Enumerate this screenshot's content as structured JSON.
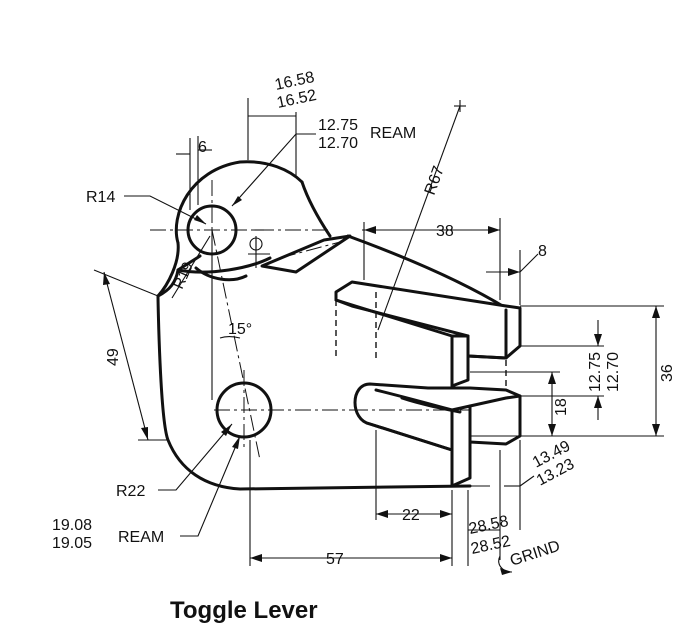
{
  "title": "Toggle Lever",
  "dimensions": {
    "offset_upper": "16.58",
    "offset_lower": "16.52",
    "top_ream_upper": "12.75",
    "top_ream_lower": "12.70",
    "top_ream_note": "REAM",
    "thickness_6": "6",
    "r14": "R14",
    "r19": "R19",
    "r67": "R67",
    "dim_38": "38",
    "dim_8": "8",
    "dim_49": "49",
    "angle_15": "15°",
    "slot_upper": "12.75",
    "slot_lower": "12.70",
    "dim_36": "36",
    "dim_18": "18",
    "small_upper": "13.49",
    "small_lower": "13.23",
    "r22": "R22",
    "bottom_ream_upper": "19.08",
    "bottom_ream_lower": "19.05",
    "bottom_ream_note": "REAM",
    "dim_22": "22",
    "grind_upper": "28.58",
    "grind_lower": "28.52",
    "grind_note": "GRIND",
    "dim_57": "57"
  }
}
